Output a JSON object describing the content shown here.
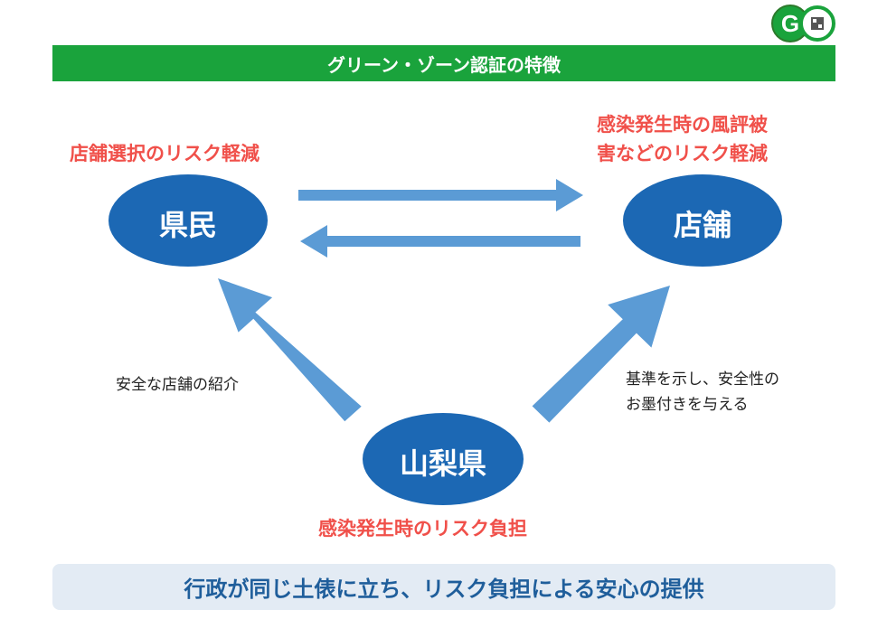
{
  "logo": {
    "letter": "G",
    "colors": {
      "green": "#1aa33c",
      "dark": "#2b7a2b",
      "white": "#ffffff"
    }
  },
  "title": "グリーン・ゾーン認証の特徴",
  "nodes": {
    "kenmin": "県民",
    "tenpo": "店舗",
    "yamanashi": "山梨県"
  },
  "benefits": {
    "kenmin": "店舗選択のリスク軽減",
    "tenpo": "感染発生時の風評被\n害などのリスク軽減",
    "yamanashi": "感染発生時のリスク負担"
  },
  "arrow_labels": {
    "left": "安全な店舗の紹介",
    "right": "基準を示し、安全性の\nお墨付きを与える"
  },
  "footer": "行政が同じ土俵に立ち、リスク負担による安心の提供",
  "colors": {
    "node_fill": "#1c68b4",
    "arrow": "#5b9bd5",
    "title_bg": "#1aa33c",
    "red_text": "#f0504a",
    "footer_bg": "#e3ebf4",
    "footer_text": "#1f5e9b"
  }
}
